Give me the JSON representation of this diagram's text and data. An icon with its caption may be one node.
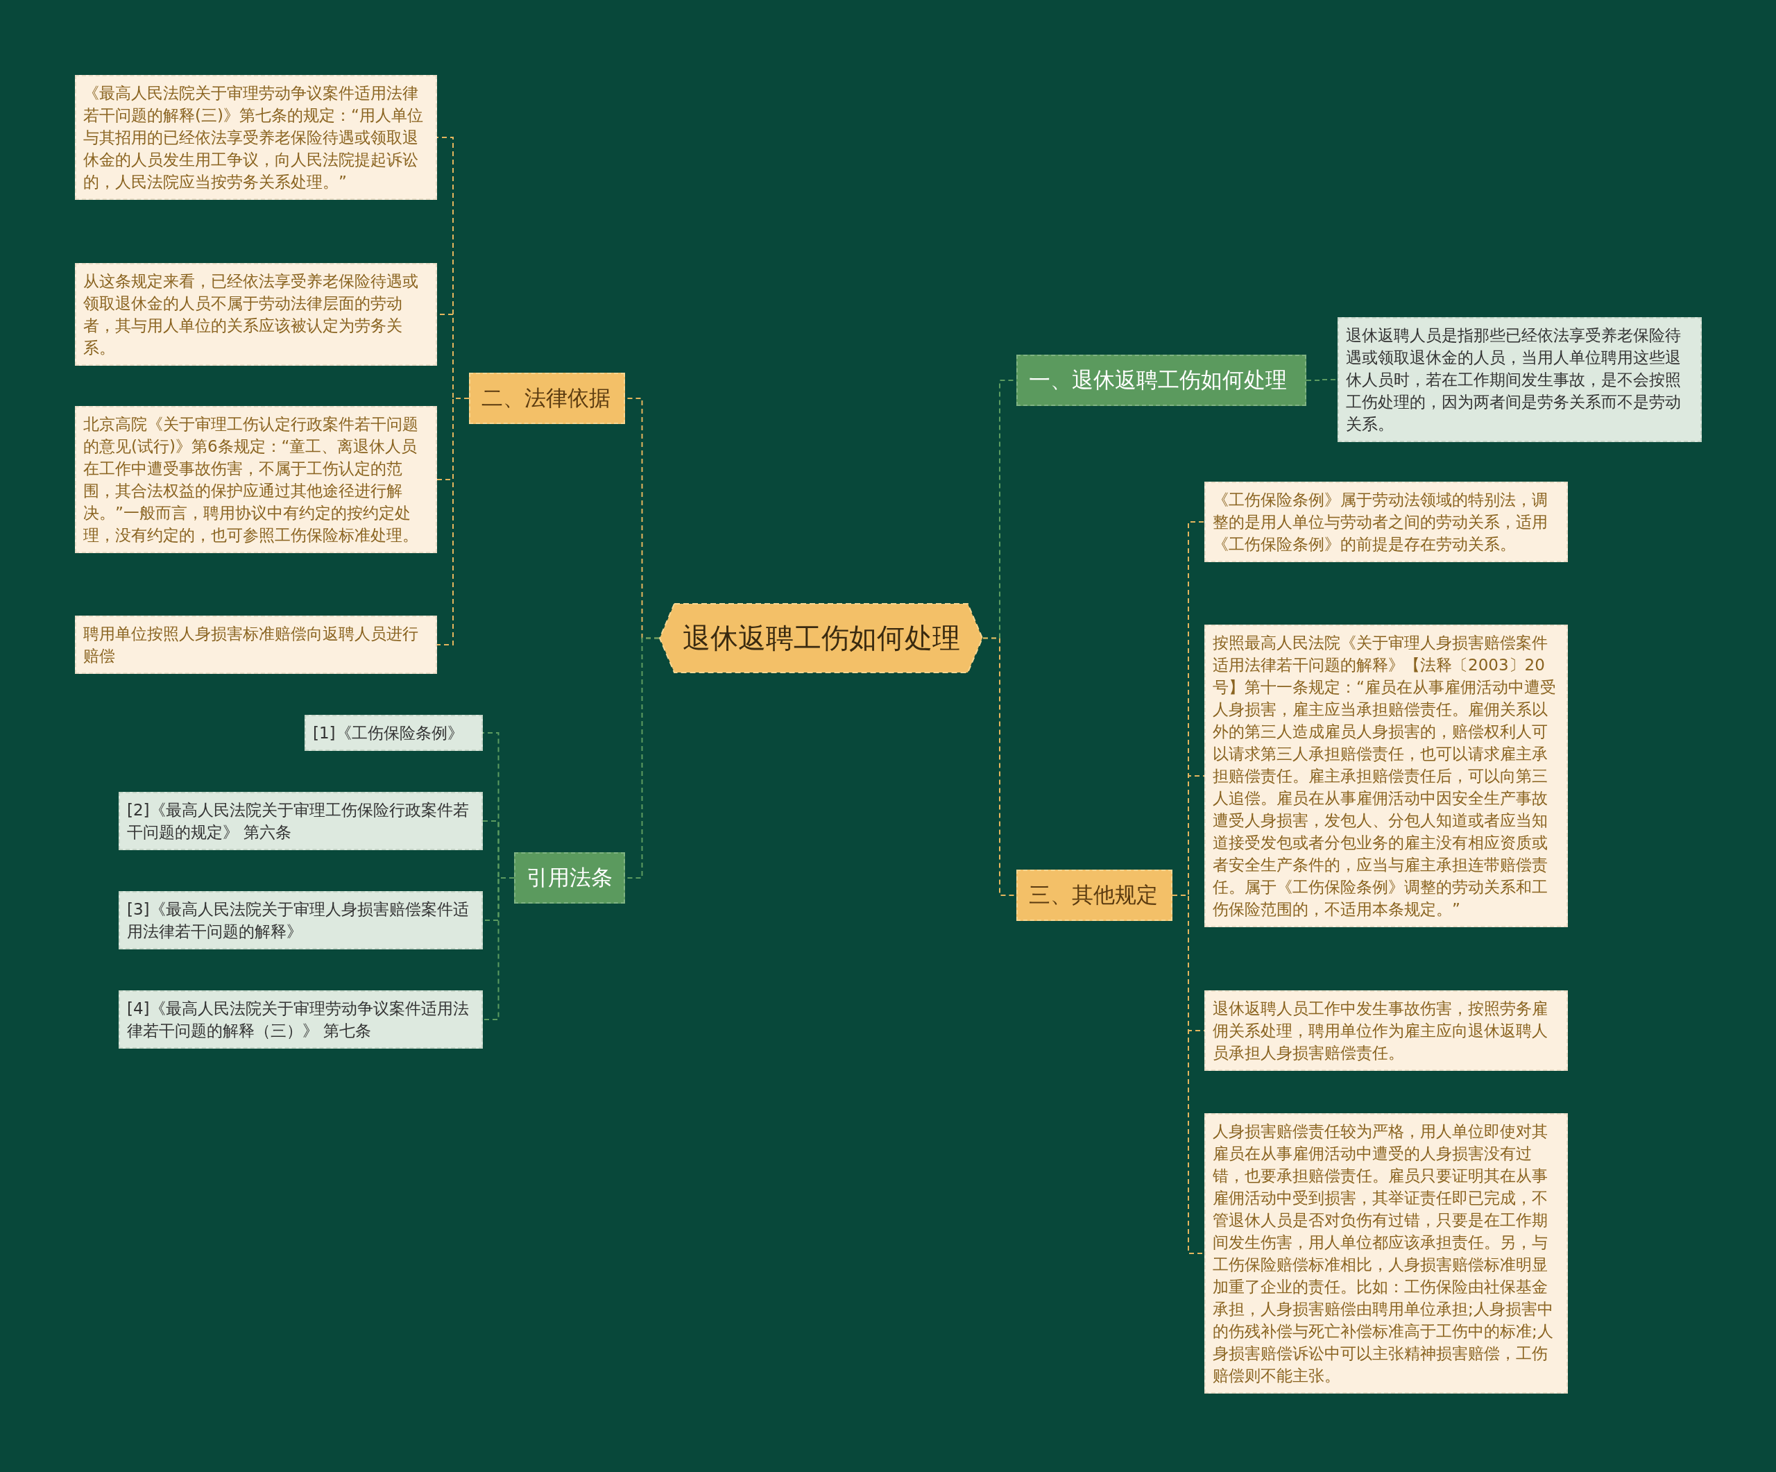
{
  "diagram": {
    "nodes": [
      {
        "text": [
          "退休返聘工伤如何处理"
        ]
      },
      {
        "text": [
          "一、退休返聘工伤如何处理"
        ]
      },
      {
        "text": [
          "退休返聘人员是指那些已经依法享受养老保险待遇或领取退休金的人员，当用人单位聘用这些退休人员时，若在工作期间发生事故，是不会按照工伤处理的，因为两者间是劳务关系而不是劳动关系。"
        ]
      },
      {
        "text": [
          "二、法律依据"
        ]
      },
      {
        "text": [
          "《最高人民法院关于审理劳动争议案件适用法律若干问题的解释(三)》第七条的规定：“用人单位与其招用的已经依法享受养老保险待遇或领取退休金的人员发生用工争议，向人民法院提起诉讼的，人民法院应当按劳务关系处理。”"
        ]
      },
      {
        "text": [
          "从这条规定来看，已经依法享受养老保险待遇或领取退休金的人员不属于劳动法律层面的劳动者，其与用人单位的关系应该被认定为劳务关系。"
        ]
      },
      {
        "text": [
          "北京高院《关于审理工伤认定行政案件若干问题的意见(试行)》第6条规定：“童工、离退休人员在工作中遭受事故伤害，不属于工伤认定的范围，其合法权益的保护应通过其他途径进行解决。”一般而言，聘用协议中有约定的按约定处理，没有约定的，也可参照工伤保险标准处理。"
        ]
      },
      {
        "text": [
          "聘用单位按照人身损害标准赔偿向返聘人员进行赔偿"
        ]
      },
      {
        "text": [
          "引用法条"
        ]
      },
      {
        "text": [
          "[1]《工伤保险条例》"
        ]
      },
      {
        "text": [
          "[2]《最高人民法院关于审理工伤保险行政案件若干问题的规定》 第六条"
        ]
      },
      {
        "text": [
          "[3]《最高人民法院关于审理人身损害赔偿案件适用法律若干问题的解释》"
        ]
      },
      {
        "text": [
          "[4]《最高人民法院关于审理劳动争议案件适用法律若干问题的解释（三）》 第七条"
        ]
      },
      {
        "text": [
          "三、其他规定"
        ]
      },
      {
        "text": [
          "《工伤保险条例》属于劳动法领域的特别法，调整的是用人单位与劳动者之间的劳动关系，适用《工伤保险条例》的前提是存在劳动关系。"
        ]
      },
      {
        "text": [
          "按照最高人民法院《关于审理人身损害赔偿案件适用法律若干问题的解释》【法释〔2003〕20号】第十一条规定：“雇员在从事雇佣活动中遭受人身损害，雇主应当承担赔偿责任。雇佣关系以外的第三人造成雇员人身损害的，赔偿权利人可以请求第三人承担赔偿责任，也可以请求雇主承担赔偿责任。雇主承担赔偿责任后，可以向第三人追偿。雇员在从事雇佣活动中因安全生产事故遭受人身损害，发包人、分包人知道或者应当知道接受发包或者分包业务的雇主没有相应资质或者安全生产条件的，应当与雇主承担连带赔偿责任。属于《工伤保险条例》调整的劳动关系和工伤保险范围的，不适用本条规定。”"
        ]
      },
      {
        "text": [
          "退休返聘人员工作中发生事故伤害，按照劳务雇佣关系处理，聘用单位作为雇主应向退休返聘人员承担人身损害赔偿责任。"
        ]
      },
      {
        "text": [
          "人身损害赔偿责任较为严格，用人单位即使对其雇员在从事雇佣活动中遭受的人身损害没有过错，也要承担赔偿责任。雇员只要证明其在从事雇佣活动中受到损害，其举证责任即已完成，不管退休人员是否对负伤有过错，只要是在工作期间发生伤害，用人单位都应该承担责任。另，与工伤保险赔偿标准相比，人身损害赔偿标准明显加重了企业的责任。比如：工伤保险由社保基金承担，人身损害赔偿由聘用单位承担;人身损害中的伤残补偿与死亡补偿标准高于工伤中的标准;人身损害赔偿诉讼中可以主张精神损害赔偿，工伤赔偿则不能主张。"
        ]
      }
    ],
    "edges": [
      {
        "from": 0,
        "to": 1,
        "arrow": "none",
        "color": "#5c9b60"
      },
      {
        "from": 1,
        "to": 2,
        "arrow": "none",
        "color": "#5c9b60"
      },
      {
        "from": 0,
        "to": 3,
        "arrow": "none"
      },
      {
        "from": 3,
        "to": 4,
        "arrow": "none"
      },
      {
        "from": 3,
        "to": 5,
        "arrow": "none"
      },
      {
        "from": 3,
        "to": 6,
        "arrow": "none"
      },
      {
        "from": 3,
        "to": 7,
        "arrow": "none"
      },
      {
        "from": 0,
        "to": 8,
        "arrow": "none",
        "color": "#5c9b60"
      },
      {
        "from": 8,
        "to": 9,
        "arrow": "none",
        "color": "#5c9b60"
      },
      {
        "from": 8,
        "to": 10,
        "arrow": "none",
        "color": "#5c9b60"
      },
      {
        "from": 8,
        "to": 11,
        "arrow": "none",
        "color": "#5c9b60"
      },
      {
        "from": 8,
        "to": 12,
        "arrow": "none",
        "color": "#5c9b60"
      },
      {
        "from": 0,
        "to": 13,
        "arrow": "none"
      },
      {
        "from": 13,
        "to": 14,
        "arrow": "none"
      },
      {
        "from": 13,
        "to": 15,
        "arrow": "none"
      },
      {
        "from": 13,
        "to": 16,
        "arrow": "none"
      },
      {
        "from": 13,
        "to": 17,
        "arrow": "none"
      }
    ]
  }
}
